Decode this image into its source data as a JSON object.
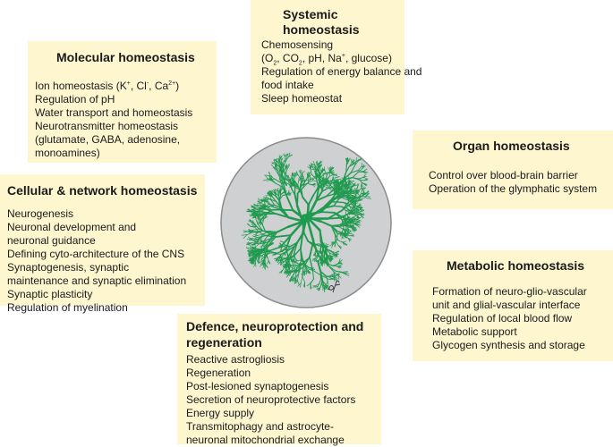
{
  "colors": {
    "box_fill": "#fdf6cf",
    "circle_fill": "#cfd0d1",
    "circle_stroke": "#8b8b8b",
    "astrocyte": "#1f9a4e"
  },
  "systemic": {
    "title": "Systemic homeostasis",
    "items": [
      "Chemosensing",
      "(O2, CO2, pH, Na+, glucose)",
      "Regulation of energy balance and",
      "food intake",
      "Sleep homeostat"
    ]
  },
  "molecular": {
    "title": "Molecular homeostasis",
    "items": [
      "Ion homeostasis (K+, Cl-, Ca2+)",
      "Regulation of pH",
      "Water transport and homeostasis",
      "Neurotransmitter homeostasis",
      "(glutamate, GABA, adenosine,",
      "monoamines)"
    ]
  },
  "organ": {
    "title": "Organ homeostasis",
    "items": [
      "Control over blood-brain barrier",
      "Operation of the glymphatic system"
    ]
  },
  "cellular": {
    "title": "Cellular & network homeostasis",
    "items": [
      "Neurogenesis",
      "Neuronal development and",
      "neuronal guidance",
      "Defining cyto-architecture of the CNS",
      "Synaptogenesis, synaptic",
      "maintenance and synaptic elimination",
      "Synaptic plasticity",
      "Regulation of myelination"
    ]
  },
  "metabolic": {
    "title": "Metabolic homeostasis",
    "items": [
      "Formation of neuro-glio-vascular",
      "unit and glial-vascular interface",
      "Regulation of local blood flow",
      "Metabolic support",
      "Glycogen synthesis and storage"
    ]
  },
  "defence": {
    "title_line1": "Defence, neuroprotection and",
    "title_line2": "regeneration",
    "items": [
      "Reactive astrogliosis",
      "Regeneration",
      "Post-lesioned synaptogenesis",
      "Secretion of neuroprotective factors",
      "Energy supply",
      "Transmitophagy and astrocyte-",
      "neuronal mitochondrial exchange"
    ]
  },
  "signature": "af"
}
